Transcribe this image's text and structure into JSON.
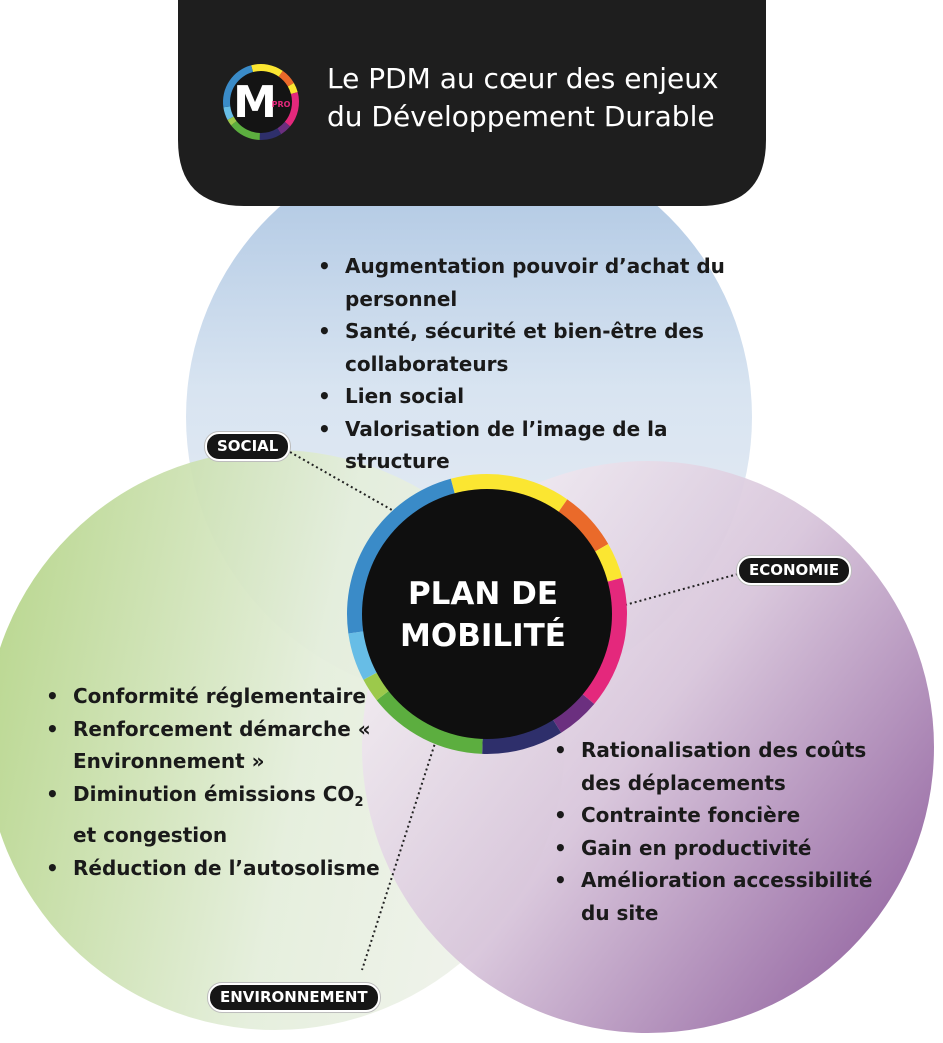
{
  "header": {
    "logo_letter": "M",
    "logo_badge": "PRO",
    "title_line1": "Le PDM au cœur des enjeux",
    "title_line2": "du Développement Durable"
  },
  "center": {
    "line1": "PLAN DE",
    "line2": "MOBILITÉ"
  },
  "social": {
    "tag": "SOCIAL",
    "items": [
      "Augmentation pouvoir d’achat du personnel",
      "Santé, sécurité et bien-être  des collaborateurs",
      "Lien social",
      "Valorisation de l’image de la structure"
    ]
  },
  "economie": {
    "tag": "ECONOMIE",
    "items": [
      "Rationalisation des coûts des déplacements",
      "Contrainte foncière",
      "Gain en productivité",
      "Amélioration accessibilité du site"
    ]
  },
  "environnement": {
    "tag": "ENVIRONNEMENT",
    "items": [
      "Conformité réglementaire",
      "Renforcement démarche « Environnement »",
      "Diminution  émissions CO2 et congestion",
      "Réduction de l’autosolisme"
    ]
  },
  "colors": {
    "header_bg": "#1e1e1e",
    "social_circle": "#a9c3e1",
    "environment_circle": "#b8d68f",
    "economy_circle": "#9d72a9",
    "ring_segments": [
      "#fbe631",
      "#ea6a2a",
      "#fbe631",
      "#e4287c",
      "#6b2f7f",
      "#2e2f6b",
      "#5cae3f",
      "#9cc94b",
      "#67bde6",
      "#3a8bc8"
    ]
  }
}
